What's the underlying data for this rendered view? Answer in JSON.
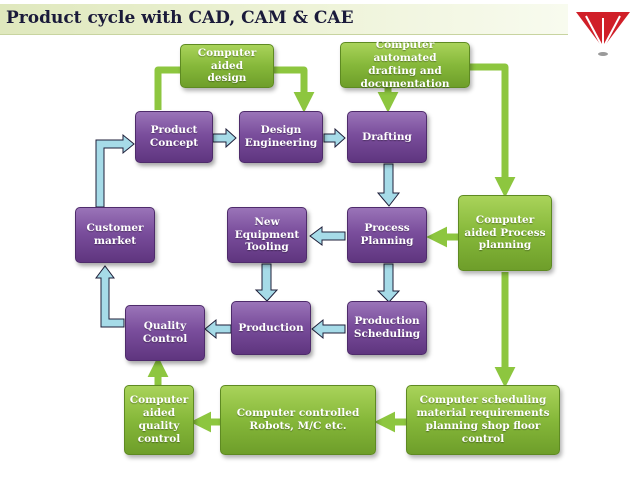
{
  "title": "Product cycle with CAD, CAM & CAE",
  "colors": {
    "process_box": "#7a4e9c",
    "computer_box": "#86b83a",
    "arrow_fill": "#9fd8e6",
    "green_arrow": "#8dc63f",
    "logo_red": "#d01f28"
  },
  "nodes": {
    "product_concept": "Product\nConcept",
    "design_engineering": "Design\nEngineering",
    "drafting": "Drafting",
    "computer_aided_design": "Computer aided\ndesign",
    "computer_automated_drafting": "Computer automated\ndrafting and\ndocumentation",
    "customer_market": "Customer\nmarket",
    "new_equipment_tooling": "New\nEquipment\nTooling",
    "process_planning": "Process\nPlanning",
    "computer_aided_process_planning": "Computer\naided Process\nplanning",
    "quality_control": "Quality\nControl",
    "production": "Production",
    "production_scheduling": "Production\nScheduling",
    "computer_aided_quality_control": "Computer\naided\nquality\ncontrol",
    "computer_controlled_robots": "Computer controlled\nRobots, M/C etc.",
    "computer_scheduling": "Computer scheduling\nmaterial requirements\nplanning shop floor control"
  }
}
